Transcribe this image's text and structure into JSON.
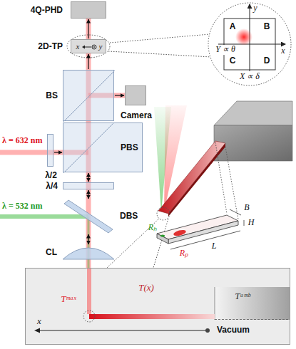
{
  "diagram": {
    "nodes": [
      {
        "text": [
          "4Q-PHD"
        ]
      },
      {
        "text": [
          "2D-TP"
        ]
      },
      {
        "text": [
          "BS"
        ]
      },
      {
        "text": [
          "Camera"
        ]
      },
      {
        "text": [
          "λ/2"
        ]
      },
      {
        "text": [
          "PBS"
        ]
      },
      {
        "text": [
          "λ/4"
        ]
      },
      {
        "text": [
          "DBS"
        ]
      },
      {
        "text": [
          "CL"
        ]
      },
      {
        "text": [
          "Vacuum"
        ]
      }
    ],
    "edges": [
      {
        "from": 2,
        "to": 1,
        "arrow": "to"
      },
      {
        "from": 1,
        "to": 0,
        "arrow": "to"
      },
      {
        "from": 2,
        "to": 3,
        "arrow": "to"
      },
      {
        "from": 4,
        "to": 5,
        "arrow": "to"
      },
      {
        "from": 5,
        "to": 6,
        "arrow": "both"
      },
      {
        "from": 6,
        "to": 7,
        "arrow": "both"
      },
      {
        "from": 7,
        "to": 8,
        "arrow": "both"
      }
    ],
    "labels": [
      "x",
      "y",
      "A",
      "B",
      "C",
      "D",
      "x",
      "y",
      "Y ∝ θ",
      "X ∝ δ",
      "λ = 632 nm",
      "λ = 532 nm",
      "B",
      "H",
      "L",
      "Rₕ",
      "Rₚ",
      "Tᵐᵃˣ",
      "T(x)",
      "Tᵃᵐᵇ",
      "x"
    ]
  }
}
